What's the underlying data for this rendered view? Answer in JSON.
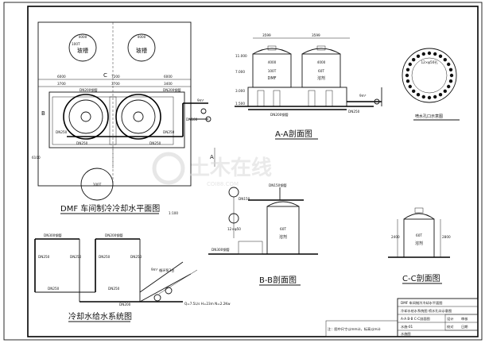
{
  "plan": {
    "title": "DMF 车间制冷冷却水平面图",
    "scale": "1:100",
    "tanks_upper": [
      "4000",
      "4000"
    ],
    "tank_label": "玻槽",
    "tank_small_label": "100T",
    "dims_top": [
      "6000",
      "7200",
      "6000"
    ],
    "dims_mid": [
      "3700",
      "3700",
      "3400"
    ],
    "dim_left": "6100",
    "axis_labels": [
      "C",
      "B",
      "A"
    ],
    "pipe_labels": [
      "DN200钢管",
      "DN250",
      "DN250",
      "DN200钢管",
      "DN100",
      "DN250",
      "DN250"
    ],
    "pump_label": "9m³",
    "lower_tank": "100T"
  },
  "section_aa": {
    "title": "A-A剖面图",
    "top_dims": [
      "3599",
      "3599"
    ],
    "tanks": [
      {
        "size": "4000",
        "cap": "100T",
        "name": "DMF"
      },
      {
        "size": "4000",
        "cap": "60T",
        "name": "溶剂"
      }
    ],
    "elev": [
      "11.000",
      "7.000",
      "3.000",
      "1.500"
    ],
    "pipe": "DN200钢管",
    "pump": "9m³",
    "pipe2": "DN250"
  },
  "spray": {
    "title": "喷水孔口示意图",
    "label": "12×φ50孔"
  },
  "section_bb": {
    "title": "B-B剖面图",
    "pipe": "DN150钢管",
    "cap": "60T",
    "name": "溶剂",
    "label1": "DN150",
    "label2": "12×φ50",
    "label3": "DN300钢管"
  },
  "section_cc": {
    "title": "C-C剖面图",
    "cap": "60T",
    "name": "溶剂",
    "dims": [
      "2400",
      "2800"
    ]
  },
  "system": {
    "title": "冷却水给水系统图",
    "labels": [
      "DN300钢管",
      "DN200钢管",
      "DN250",
      "DN250",
      "DN250",
      "DN250",
      "DN250",
      "DN250",
      "DN200"
    ],
    "pump": "9m³",
    "pump_note": "循环泵2台",
    "formula": "Q=7.5L/s  H=23m  N=2.2Kw"
  },
  "title_block": {
    "project": "DMF 车间制冷冷却水平面图",
    "content1": "冷却水给水系统图  喷水孔口示意图",
    "content2": "A-A  B-B  C-C剖面图",
    "fields": [
      "设计",
      "审核",
      "校对",
      "日期"
    ],
    "values": [
      "",
      "",
      "",
      ""
    ],
    "drawing_no": "水施-01",
    "footer": "水施图",
    "note": "注：图中尺寸以mm计，标高以m计"
  },
  "watermark": {
    "text": "土木在线",
    "sub": "COI88.COM"
  }
}
